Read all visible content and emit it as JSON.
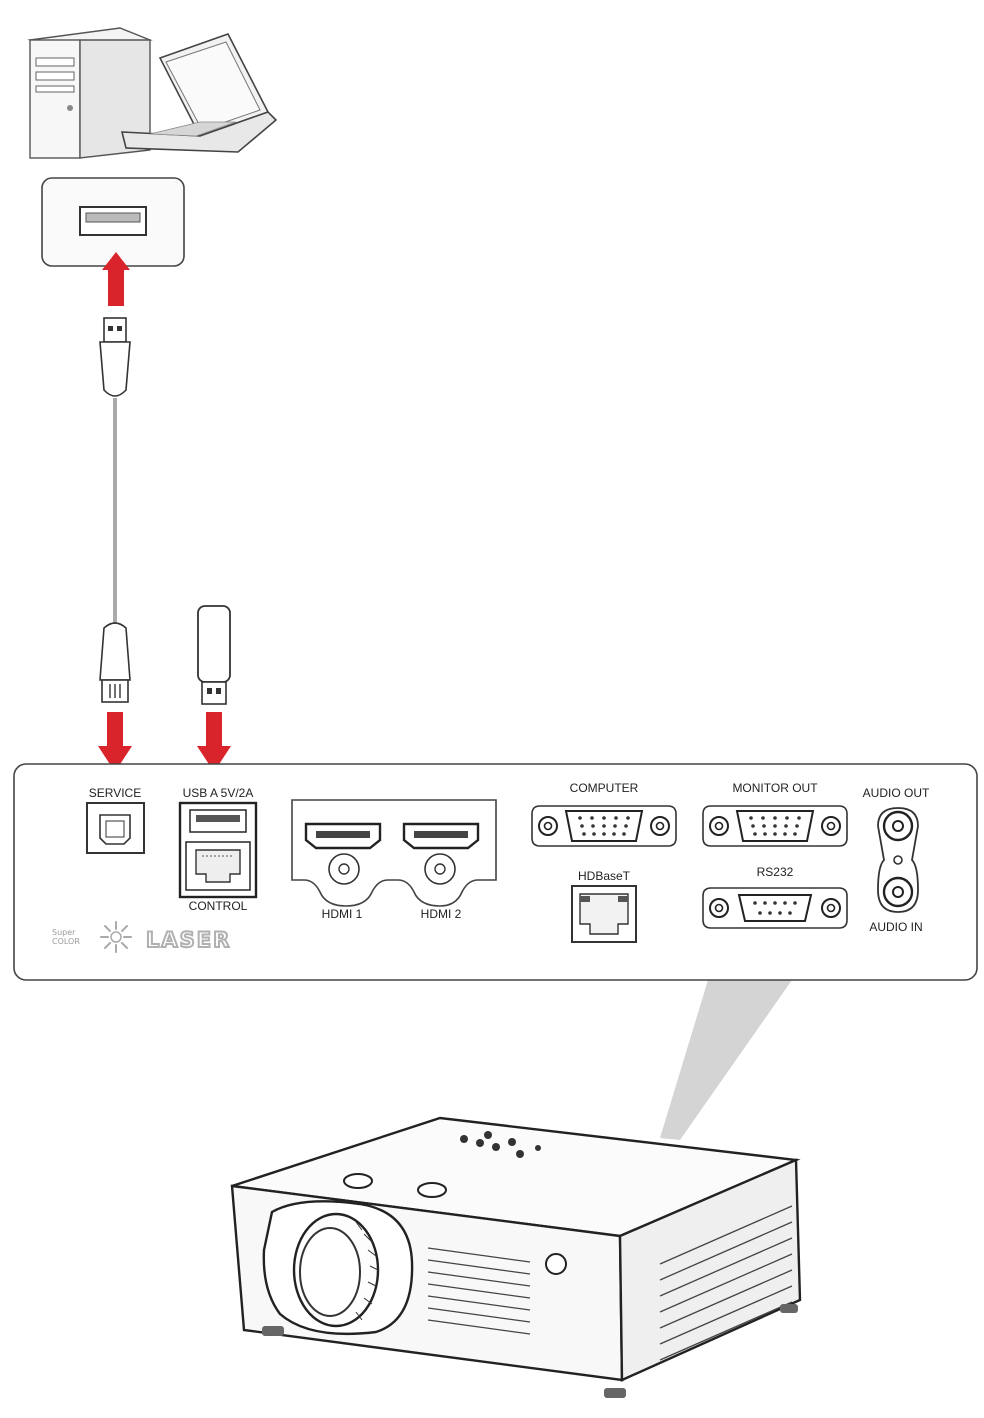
{
  "colors": {
    "arrow": "#d9242b",
    "outline": "#333333",
    "panel_fill": "#ffffff",
    "beam": "#cccccc",
    "logo_gray": "#b0b0b0"
  },
  "panel": {
    "ports": {
      "service": "SERVICE",
      "usb_a": "USB A  5V/2A",
      "control": "CONTROL",
      "hdmi1": "HDMI 1",
      "hdmi2": "HDMI 2",
      "computer": "COMPUTER",
      "hdbaset": "HDBaseT",
      "monitor_out": "MONITOR OUT",
      "rs232": "RS232",
      "audio_out": "AUDIO OUT",
      "audio_in": "AUDIO IN"
    },
    "logo": {
      "super": "Super",
      "color": "COLOR",
      "laser": "LASER"
    }
  },
  "icons": {
    "computer": "desktop-computer-icon",
    "laptop": "laptop-icon",
    "usb_port": "usb-port-icon",
    "usb_cable": "usb-cable-icon",
    "usb_stick": "usb-flash-drive-icon",
    "projector": "projector-icon"
  }
}
